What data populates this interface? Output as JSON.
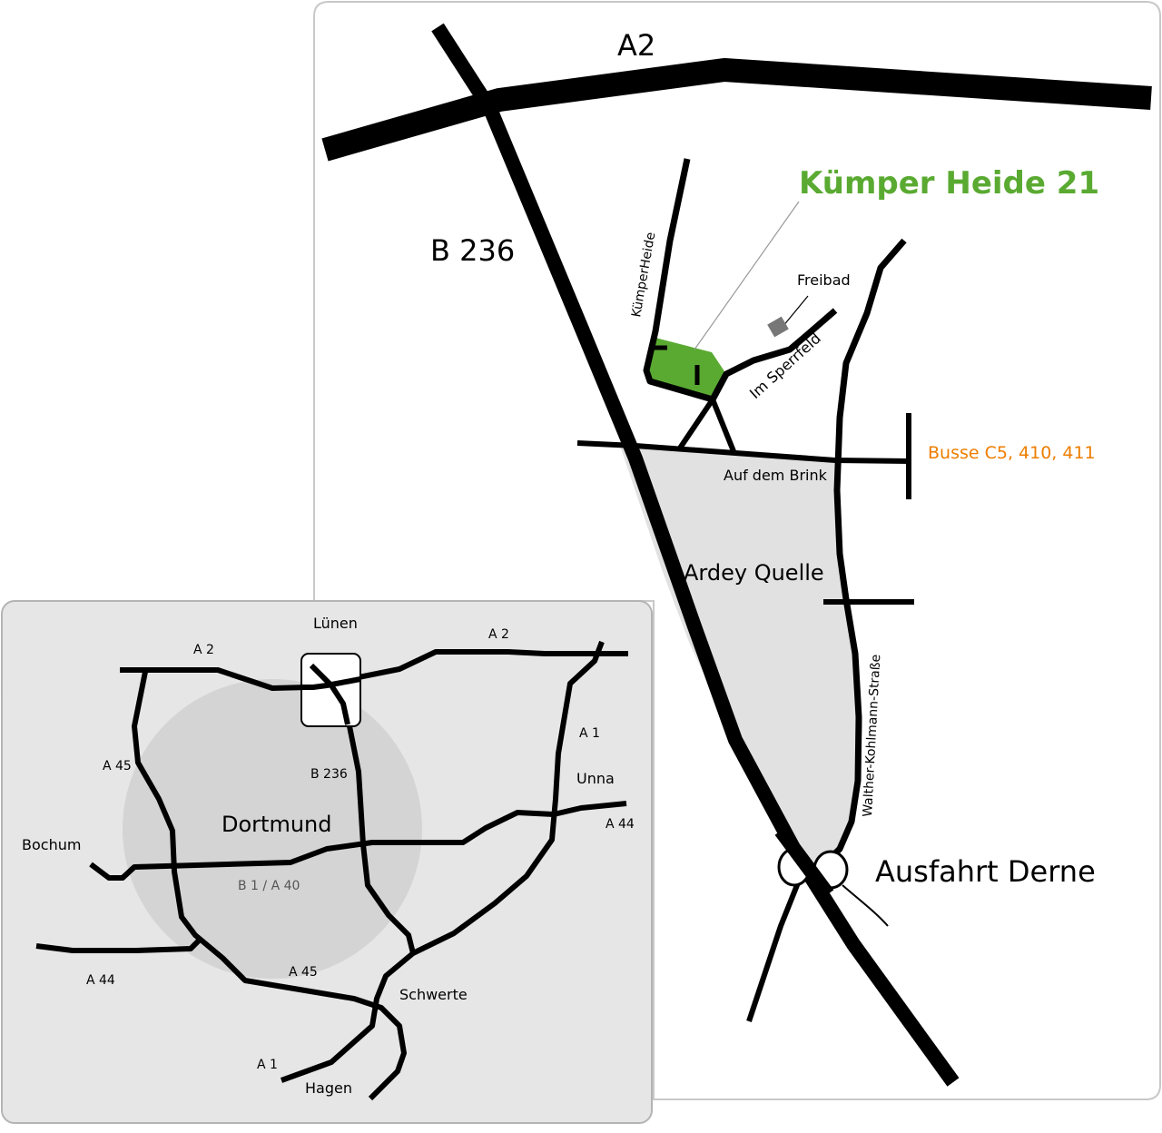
{
  "colors": {
    "highlight": "#5aaa32",
    "bus": "#ee7d00",
    "area": "#e1e1e1",
    "inset_bg": "#e6e6e6",
    "dortmund_area": "#d4d4d4",
    "freibad": "#777777"
  },
  "main_map": {
    "highways": {
      "a2": "A2",
      "b236": "B 236"
    },
    "destination": "Kümper Heide 21",
    "streets": {
      "kuemper_heide": "KümperHeide",
      "im_sperrfeld": "Im Sperrfeld",
      "auf_dem_brink": "Auf dem Brink",
      "walther_kohlmann": "Walther-Kohlmann-Straße"
    },
    "places": {
      "freibad": "Freibad",
      "ardey_quelle": "Ardey Quelle",
      "ausfahrt": "Ausfahrt Derne"
    },
    "bus": "Busse C5, 410, 411"
  },
  "inset_map": {
    "city": "Dortmund",
    "towns": {
      "luenen": "Lünen",
      "unna": "Unna",
      "bochum": "Bochum",
      "schwerte": "Schwerte",
      "hagen": "Hagen"
    },
    "roads": {
      "a2_left": "A 2",
      "a2_right": "A 2",
      "a45_left": "A 45",
      "a45_bottom": "A 45",
      "b236": "B 236",
      "a1_right": "A 1",
      "a1_bottom": "A 1",
      "a44_right": "A 44",
      "a44_left": "A 44",
      "b1_a40": "B 1 / A 40"
    }
  }
}
